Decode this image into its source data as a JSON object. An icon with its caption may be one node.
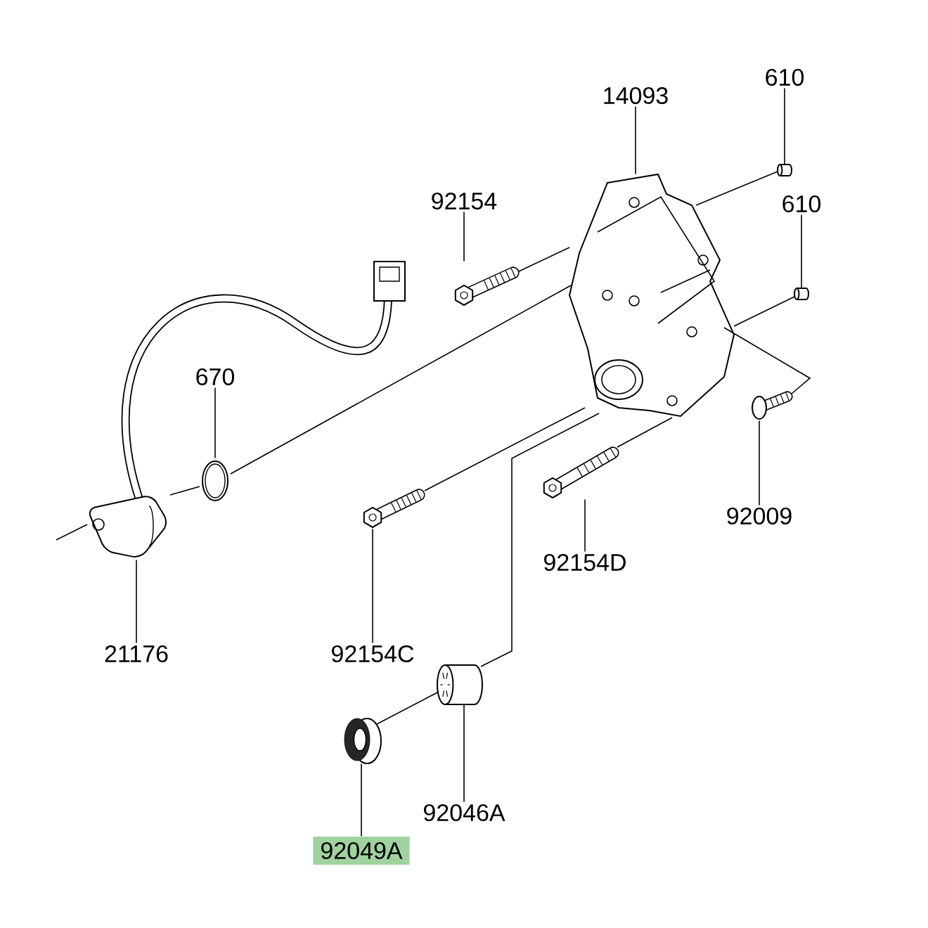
{
  "diagram": {
    "nodes": [
      {
        "text": [
          "14093"
        ]
      },
      {
        "text": [
          "610"
        ]
      },
      {
        "text": [
          "92154"
        ]
      },
      {
        "text": [
          "610"
        ]
      },
      {
        "text": [
          "670"
        ]
      },
      {
        "text": [
          "92009"
        ]
      },
      {
        "text": [
          "21176"
        ]
      },
      {
        "text": [
          "92154C"
        ]
      },
      {
        "text": [
          "92154D"
        ]
      },
      {
        "text": [
          "92046A"
        ]
      },
      {
        "text": [
          "92049A"
        ]
      },
      {
        "text": [],
        "shape": "picture"
      },
      {
        "text": [],
        "shape": "cylinder"
      },
      {
        "text": [],
        "shape": "cylinder"
      },
      {
        "text": [],
        "shape": "picture"
      },
      {
        "text": [],
        "shape": "picture"
      },
      {
        "text": [],
        "shape": "picture"
      },
      {
        "text": [],
        "shape": "picture"
      },
      {
        "text": [],
        "shape": "picture"
      },
      {
        "text": [],
        "shape": "picture"
      },
      {
        "text": [],
        "shape": "cylinder"
      },
      {
        "text": [],
        "shape": "circle"
      }
    ],
    "edges": [
      {
        "from": 0,
        "to": 11,
        "arrow": "none"
      },
      {
        "from": 1,
        "to": 12,
        "arrow": "none"
      },
      {
        "from": 2,
        "to": 14,
        "arrow": "none"
      },
      {
        "from": 3,
        "to": 13,
        "arrow": "none"
      },
      {
        "from": 4,
        "to": 16,
        "arrow": "none"
      },
      {
        "from": 5,
        "to": 17,
        "arrow": "none"
      },
      {
        "from": 6,
        "to": 15,
        "arrow": "none"
      },
      {
        "from": 7,
        "to": 18,
        "arrow": "none"
      },
      {
        "from": 8,
        "to": 19,
        "arrow": "none"
      },
      {
        "from": 9,
        "to": 20,
        "arrow": "none"
      },
      {
        "from": 10,
        "to": 21,
        "arrow": "none"
      },
      {
        "from": 15,
        "to": 16,
        "arrow": "none"
      },
      {
        "from": 16,
        "to": 11,
        "arrow": "none"
      },
      {
        "from": 14,
        "to": 11,
        "arrow": "none"
      },
      {
        "from": 12,
        "to": 11,
        "arrow": "none"
      },
      {
        "from": 13,
        "to": 11,
        "arrow": "none"
      },
      {
        "from": 17,
        "to": 11,
        "arrow": "none"
      },
      {
        "from": 19,
        "to": 11,
        "arrow": "none"
      },
      {
        "from": 18,
        "to": 11,
        "arrow": "none"
      },
      {
        "from": 21,
        "to": 20,
        "arrow": "none"
      },
      {
        "from": 20,
        "to": 11,
        "arrow": "none"
      },
      {
        "from": null,
        "to": 15,
        "arrow": "none"
      }
    ]
  }
}
